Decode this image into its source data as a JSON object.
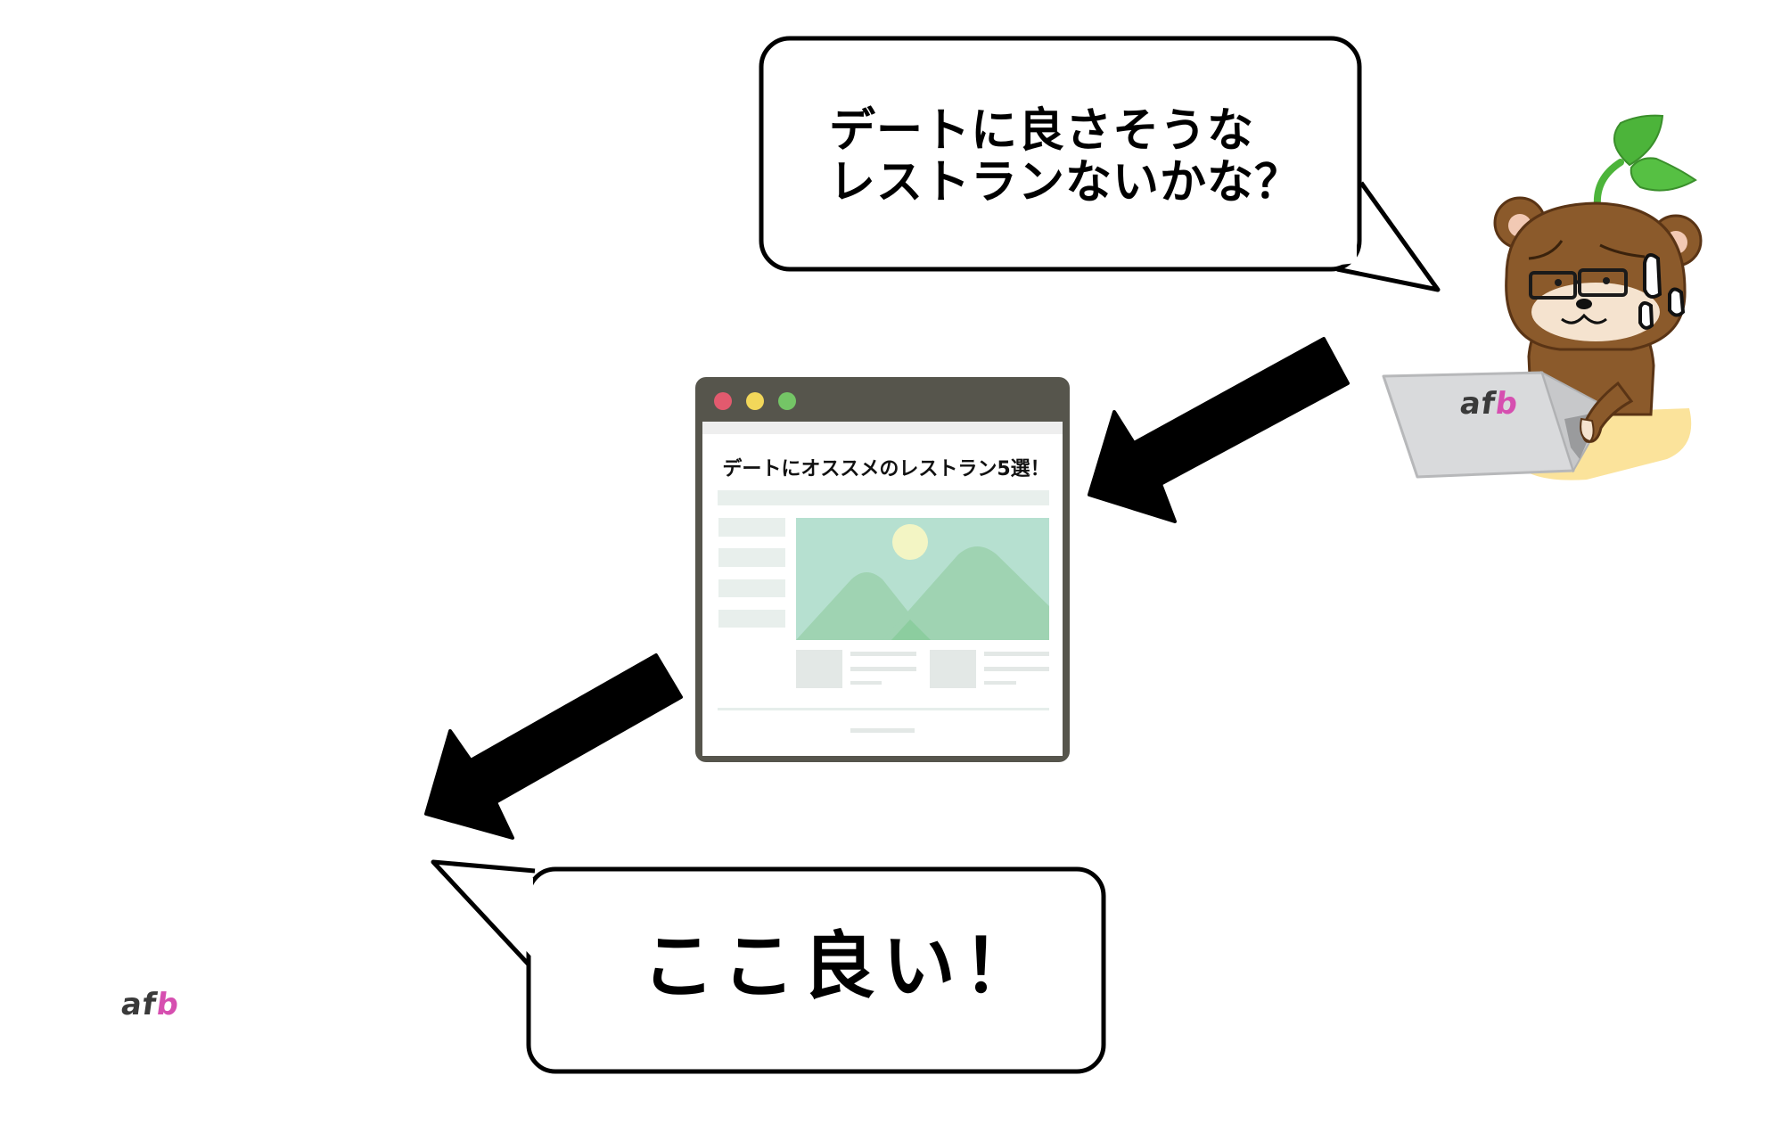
{
  "scene": {
    "description": "Flow: user searches for date restaurant, reads article page, decides",
    "steps": [
      {
        "id": "search",
        "speaker": "bear-worried"
      },
      {
        "id": "article",
        "element": "browser-mockup"
      },
      {
        "id": "decide",
        "speaker": "bear-satisfied"
      }
    ]
  },
  "bubbles": {
    "question": "デートに良さそうな\nレストランないかな？",
    "answer": "ここ良い！"
  },
  "browser": {
    "article_title": "デートにオススメのレストラン5選！",
    "window_dots": [
      "#e25a6e",
      "#f2d75a",
      "#74c566"
    ],
    "frame_color": "#56554c"
  },
  "laptop": {
    "logo_af": "af",
    "logo_b": "b"
  },
  "colors": {
    "bear_fur": "#8b5a2b",
    "bear_outline": "#5a3415",
    "bear_muzzle": "#f5e3cf",
    "leaf": "#4cb43a",
    "desk": "#fbe39b",
    "laptop": "#d9dadc",
    "arrow": "#000000",
    "image_bg": "#b6e0d0",
    "mountain": "#9fd3b2",
    "sun": "#f3f5c4",
    "placeholder": "#e8efec"
  }
}
